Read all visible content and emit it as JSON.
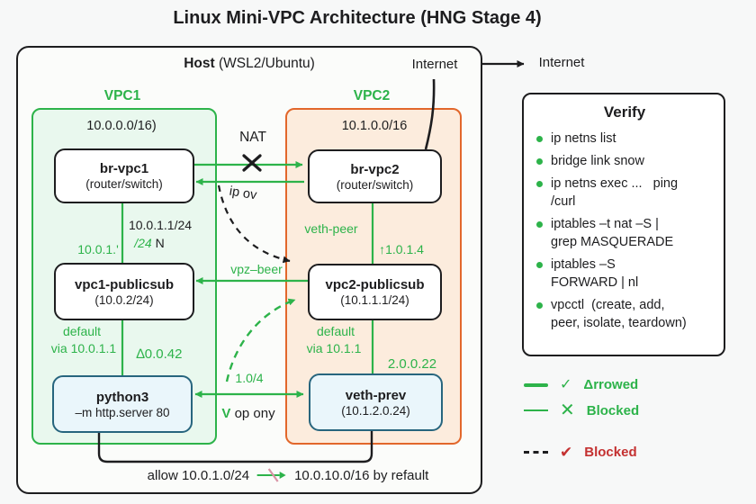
{
  "palette": {
    "green": "#2db34a",
    "orange": "#e2672b",
    "blue_border": "#27657e",
    "blue_fill": "#eaf6fb",
    "red": "#c43131",
    "ink": "#1d1d1f",
    "pink_slash": "#d993a4"
  },
  "title": "Linux Mini-VPC Architecture (HNG Stage 4)",
  "host": {
    "name": "Host",
    "env": "(WSL2/Ubuntu)",
    "internet_inner": "Internet",
    "internet_outer": "Internet",
    "footer_left": "allow 10.0.1.0/24",
    "footer_right": "10.0.10.0/16 by refault"
  },
  "vpc1": {
    "label": "VPC1",
    "cidr": "10.0.0.0/16)",
    "router_name": "br-vpc1",
    "router_sub": "(router/switch)",
    "subnet_name": "vpc1-publicsub",
    "subnet_sub": "(10.0.2/24)",
    "server_name": "python3",
    "server_sub": "–m http.server 80",
    "link1_right_top": "10.0.1.1/24",
    "link1_right_green": "/24",
    "link1_right_black": "N",
    "link1_left": "10.0.1.'",
    "gw_line1": "default",
    "gw_line2": "via 10.0.1.1",
    "addr": "∆0.0.42"
  },
  "vpc2": {
    "label": "VPC2",
    "cidr": "10.1.0.0/16",
    "router_name": "br-vpc2",
    "router_sub": "(router/switch)",
    "subnet_name": "vpc2-publicsub",
    "subnet_sub": "(10.1.1.1/24)",
    "server_name": "veth-prev",
    "server_sub": "(10.1.2.0.24)",
    "link1_left": "veth-peer",
    "link1_right": "↑1.0.1.4",
    "gw_line1": "default",
    "gw_line2": "via 10.1.1",
    "addr": "2.0.0.22"
  },
  "middle": {
    "nat": "NAT",
    "ip_ov": "ip ov",
    "peer_label": "vpz–beer",
    "dashed_label": "1.0/4",
    "check": "V",
    "op_only": "op ony"
  },
  "verify": {
    "title": "Verify",
    "items": [
      "ip netns list",
      "bridge link snow",
      "ip netns exec ...   ping\n/curl",
      "iptables –t nat –S |\ngrep MASQUERADE",
      "iptables –S\nFORWARD | nl",
      "vpcctl  (create, add,\npeer, isolate, teardown)"
    ]
  },
  "legend": {
    "items": [
      {
        "label": "Δrrowed"
      },
      {
        "label": "Blocked"
      },
      {
        "label": "Blocked"
      }
    ]
  }
}
